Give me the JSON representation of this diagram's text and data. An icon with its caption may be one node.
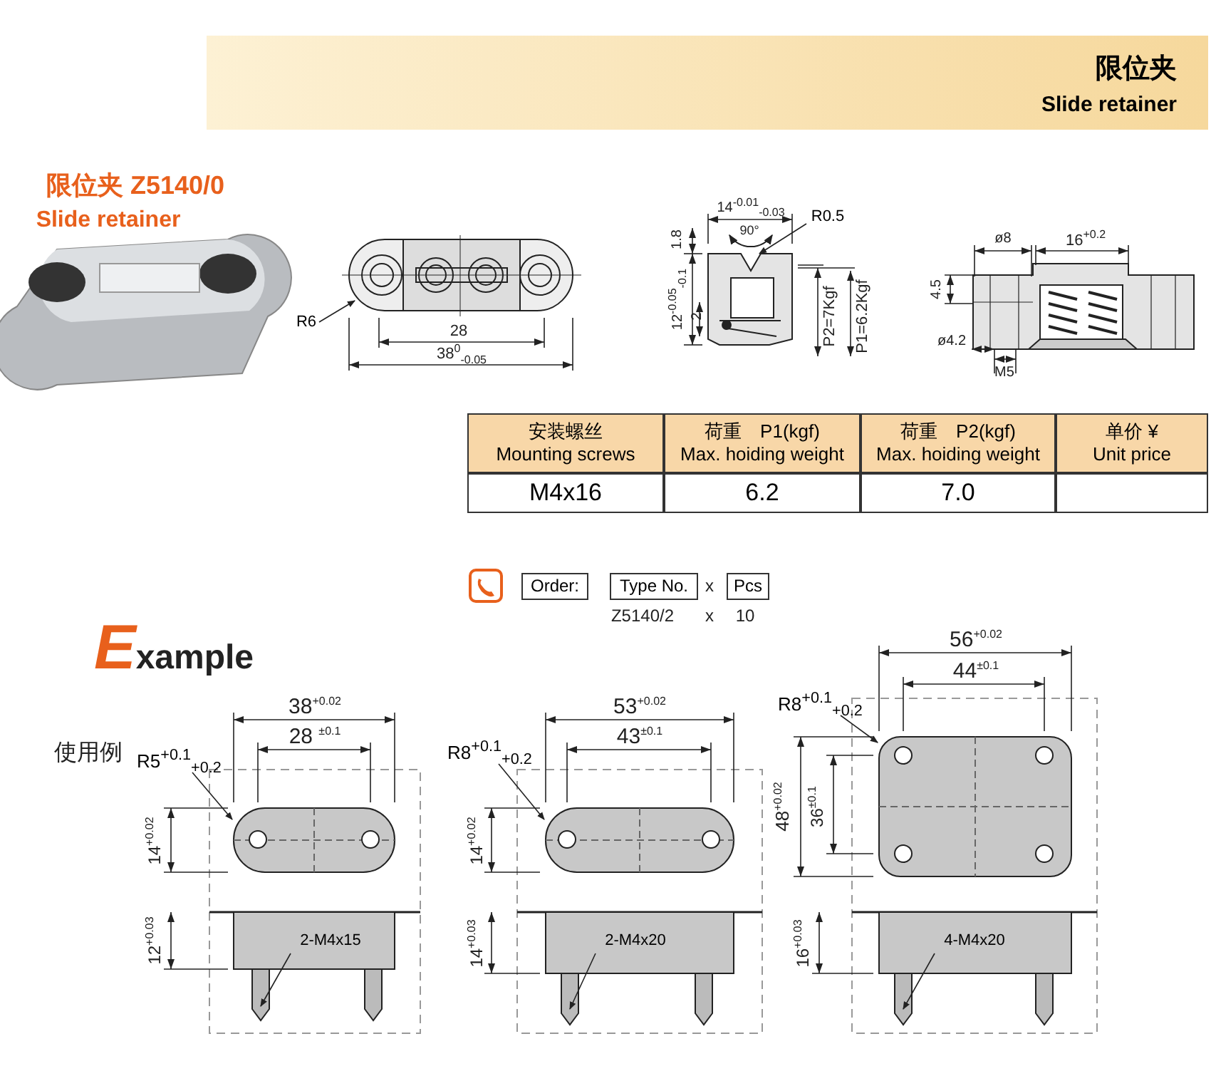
{
  "diagram": {
    "nodes": [
      {
        "text": [
          "限位夹",
          "Slide retainer"
        ]
      },
      {
        "text": [
          "Order:"
        ]
      },
      {
        "text": [
          "Type No."
        ]
      },
      {
        "text": [
          "Pcs"
        ]
      },
      {
        "text": [
          "2-M4x15"
        ]
      },
      {
        "text": [
          "2-M4x20"
        ]
      },
      {
        "text": [
          "4-M4x20"
        ]
      },
      {
        "text": [
          "R6"
        ]
      },
      {
        "text": [
          "R0.5"
        ]
      },
      {
        "text": [
          "R5$^{+0.1}$$_{+0.2}$"
        ]
      },
      {
        "text": [
          "R8$^{+0.1}$$_{+0.2}$"
        ]
      },
      {
        "text": [
          "R8$^{+0.1}$$_{+0.2}$"
        ]
      },
      {
        "text": [],
        "shape": "picture"
      },
      {
        "text": [],
        "shape": "picture"
      },
      {
        "text": [],
        "shape": "picture"
      },
      {
        "text": [],
        "shape": "picture"
      },
      {
        "text": [],
        "shape": "picture"
      },
      {
        "text": [],
        "shape": "bar"
      },
      {
        "text": [],
        "shape": "bar"
      },
      {
        "text": [],
        "shape": "bar"
      }
    ],
    "edges": [
      {
        "from": 4,
        "to": 17,
        "arrow": "to"
      },
      {
        "from": 5,
        "to": 18,
        "arrow": "to"
      },
      {
        "from": 6,
        "to": 19,
        "arrow": "to"
      },
      {
        "from": 7,
        "to": 15,
        "arrow": "to"
      },
      {
        "from": 8,
        "to": 16,
        "arrow": "to"
      },
      {
        "from": 9,
        "to": 12,
        "arrow": "to"
      },
      {
        "from": 10,
        "to": 13,
        "arrow": "to"
      },
      {
        "from": 11,
        "to": 14,
        "arrow": "to"
      }
    ],
    "labels": [
      "限位夹 Z5140/0",
      "Slide retainer",
      "28",
      "38$^{0}$$_{-0.05}$",
      "14$^{-0.01}$$_{-0.03}$",
      "90°",
      "1.8",
      "12$^{-0.05}$$_{-0.1}$",
      "2",
      "P2=7Kgf",
      "P1=6.2Kgf",
      "ø8",
      "16$^{+0.2}$",
      "4.5",
      "ø4.2",
      "M5",
      "安装螺丝",
      "Mounting screws",
      "荷重　P1(kgf)",
      "Max. hoiding weight",
      "荷重　P2(kgf)",
      "Max. hoiding weight",
      "单价 ¥",
      "Unit price",
      "M4x16",
      "6.2",
      "7.0",
      "x",
      "Z5140/2",
      "x",
      "10",
      "Example",
      "使用例",
      "38$^{+0.02}$",
      "28 $^{±0.1}$",
      "14$^{+0.02}$",
      "12$^{+0.03}$",
      "53$^{+0.02}$",
      "43$^{±0.1}$",
      "14$^{+0.02}$",
      "14$^{+0.03}$",
      "56$^{+0.02}$",
      "44$^{±0.1}$",
      "48$^{+0.02}$",
      "36$^{±0.1}$",
      "16$^{+0.03}$"
    ]
  }
}
